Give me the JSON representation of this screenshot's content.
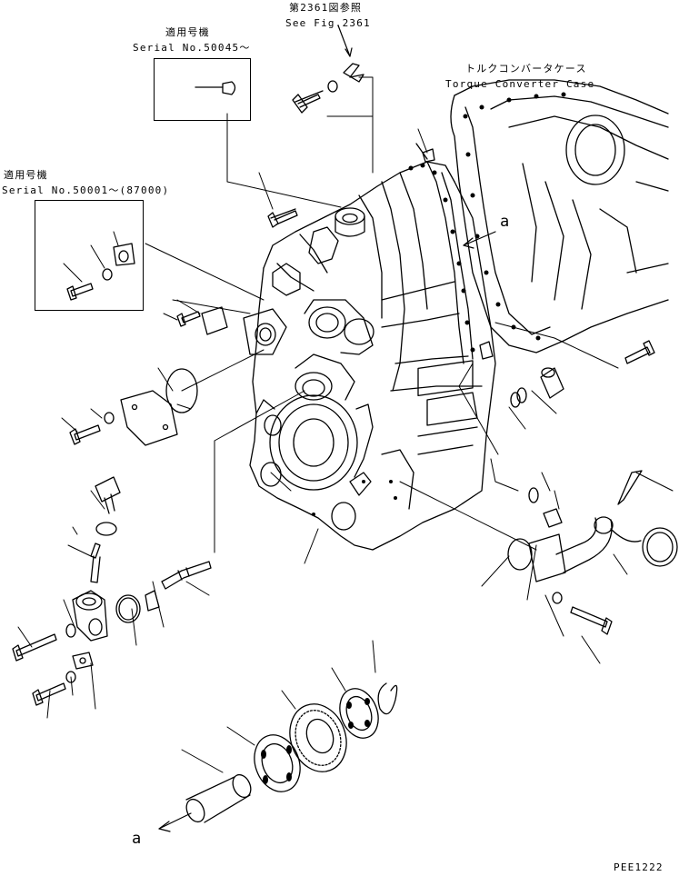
{
  "notes": {
    "fig_ref_jp": "第2361図参照",
    "fig_ref_en": "See Fig.2361",
    "serial_a_jp": "適用号機",
    "serial_a_en": "Serial No.50045～",
    "serial_b_jp": "適用号機",
    "serial_b_en": "Serial No.50001～(87000)",
    "converter_jp": "トルクコンバータケース",
    "converter_en": "Torque Converter Case"
  },
  "markers": {
    "a_top": "a",
    "a_bottom": "a"
  },
  "footer": {
    "code": "PEE1222"
  },
  "icons": [
    "transmission-case",
    "torque-converter-case",
    "gear",
    "bearing",
    "shaft",
    "bolt",
    "washer",
    "snap-ring",
    "o-ring",
    "elbow-pipe",
    "cap",
    "gasket",
    "cover-plate",
    "breather",
    "dowel-pin",
    "plug",
    "clip",
    "arrow"
  ]
}
